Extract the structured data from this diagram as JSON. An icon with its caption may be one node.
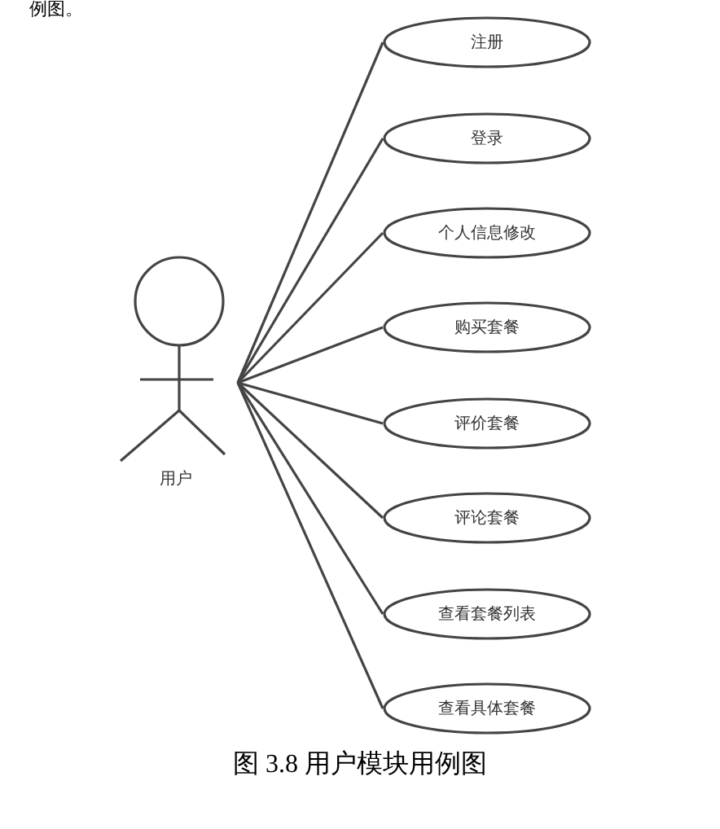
{
  "diagram": {
    "caption": "图 3.8 用户模块用例图",
    "nodes": [
      {
        "text": [
          "用户"
        ]
      },
      {
        "text": [
          "注册"
        ]
      },
      {
        "text": [
          "登录"
        ]
      },
      {
        "text": [
          "个人信息修改"
        ]
      },
      {
        "text": [
          "购买套餐"
        ]
      },
      {
        "text": [
          "评价套餐"
        ]
      },
      {
        "text": [
          "评论套餐"
        ]
      },
      {
        "text": [
          "查看套餐列表"
        ]
      },
      {
        "text": [
          "查看具体套餐"
        ]
      }
    ],
    "edges": [
      {
        "from": 0,
        "to": 1,
        "arrow": "none"
      },
      {
        "from": 0,
        "to": 2,
        "arrow": "none"
      },
      {
        "from": 0,
        "to": 3,
        "arrow": "none"
      },
      {
        "from": 0,
        "to": 4,
        "arrow": "none"
      },
      {
        "from": 0,
        "to": 5,
        "arrow": "none"
      },
      {
        "from": 0,
        "to": 6,
        "arrow": "none"
      },
      {
        "from": 0,
        "to": 7,
        "arrow": "none"
      },
      {
        "from": 0,
        "to": 8,
        "arrow": "none"
      }
    ],
    "labels": [
      "例图。"
    ]
  }
}
